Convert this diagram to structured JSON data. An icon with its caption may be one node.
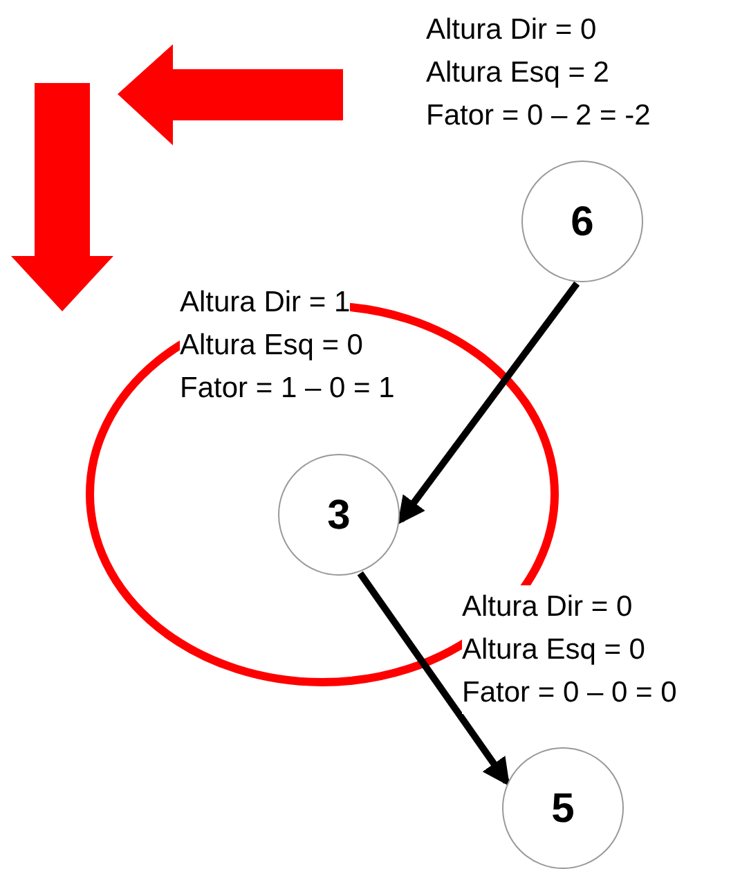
{
  "diagram": {
    "nodes": [
      {
        "text": [
          "6"
        ],
        "beside": [
          "Altura Dir = 0",
          "Altura Esq = 2",
          "Fator = 0 – 2 = -2"
        ]
      },
      {
        "text": [
          "3"
        ],
        "beside": [
          "Altura Dir = 1",
          "Altura Esq = 0",
          "Fator = 1 – 0 = 1"
        ]
      },
      {
        "text": [
          "5"
        ],
        "beside": [
          "Altura Dir = 0",
          "Altura Esq = 0",
          "Fator = 0 – 0 = 0"
        ]
      }
    ],
    "edges": [
      {
        "from": 0,
        "to": 1,
        "arrow": "to"
      },
      {
        "from": 1,
        "to": 2,
        "arrow": "to"
      }
    ]
  }
}
